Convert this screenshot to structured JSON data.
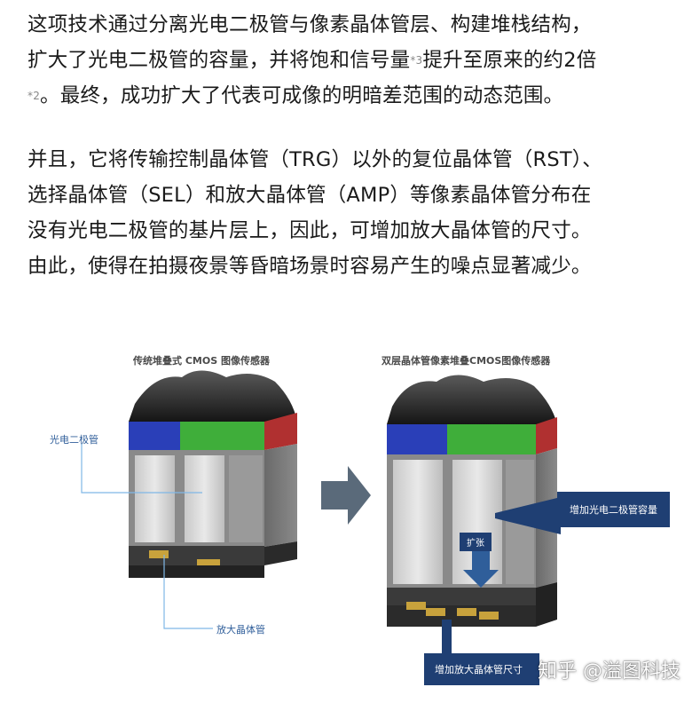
{
  "paragraphs": {
    "p1_line1": "这项技术通过分离光电二极管与像素晶体管层、构建堆栈结构，",
    "p1_line2a": "扩大了光电二极管的容量，并将饱和信号量",
    "p1_sup1": "*3",
    "p1_line2b": "提升至原来的约2倍",
    "p1_sup2": "*2",
    "p1_line3": "。最终，成功扩大了代表可成像的明暗差范围的动态范围。",
    "p2_line1": "并且，它将传输控制晶体管（TRG）以外的复位晶体管（RST）、",
    "p2_line2": "选择晶体管（SEL）和放大晶体管（AMP）等像素晶体管分布在",
    "p2_line3": "没有光电二极管的基片层上，因此，可增加放大晶体管的尺寸。",
    "p2_line4": "由此，使得在拍摄夜景等昏暗场景时容易产生的噪点显著减少。"
  },
  "figure": {
    "left_title": "传统堆叠式 CMOS 图像传感器",
    "right_title": "双层晶体管像素堆叠CMOS图像传感器",
    "label_photodiode": "光电二极管",
    "label_amp": "放大晶体管",
    "callout_photodiode": "增加光电二极管容量",
    "callout_expand": "扩张",
    "callout_amp": "增加放大晶体管尺寸",
    "colors": {
      "blue": "#2a3fb8",
      "green": "#3fae3a",
      "red": "#b03030",
      "callout": "#1f3f73"
    }
  },
  "watermark": "知乎 @溢图科技"
}
